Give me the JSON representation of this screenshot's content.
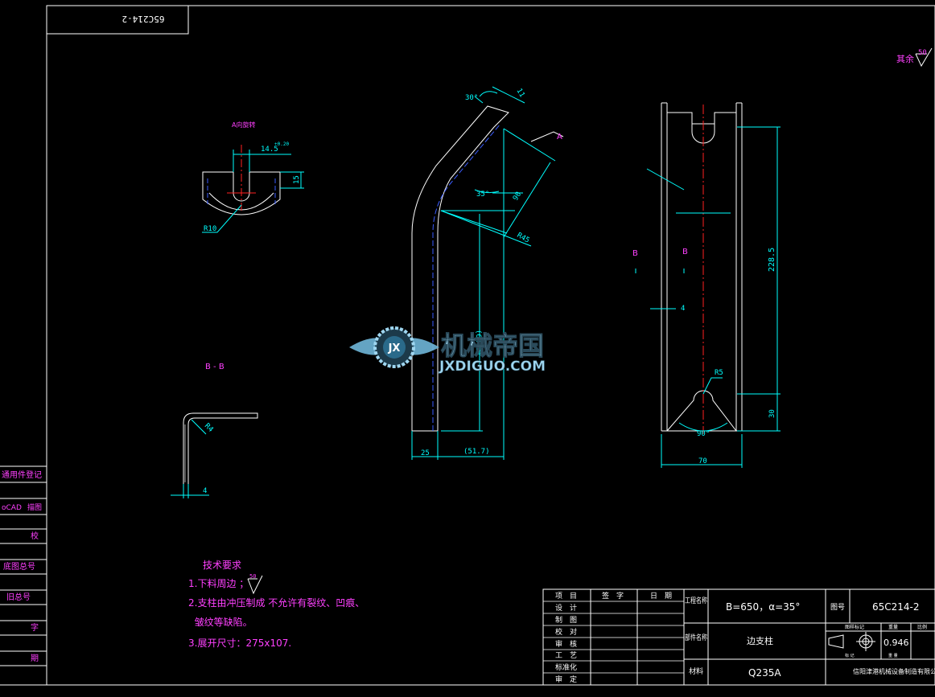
{
  "colors": {
    "background": "#000000",
    "outline": "#ffffff",
    "dimension": "#00ffff",
    "center_line": "#ff2020",
    "hidden_line": "#3a5cff",
    "text_magenta": "#ff40ff",
    "text_white": "#ffffff",
    "watermark": "#9fd6f0"
  },
  "title_block_top": {
    "drawing_no_mirrored": "65C214-2"
  },
  "surface_finish": {
    "label": "其余",
    "value": "50"
  },
  "view_a": {
    "title": "A向旋转",
    "dim_width": "14.5",
    "dim_width_tol": "+0.20",
    "dim_depth": "15",
    "dim_radius": "R10"
  },
  "section_bb": {
    "title": "B - B",
    "dim_radius": "R4",
    "dim_thickness": "4"
  },
  "main_view": {
    "angle_top": "30°",
    "dim_tip": "11",
    "arrow_label": "A",
    "angle_mid": "35°",
    "dim_arm": "90",
    "dim_radius": "R45",
    "dim_height": "(64.8)",
    "dim_base": "25",
    "dim_offset": "(51.7)"
  },
  "side_view": {
    "section_mark_left": "B",
    "section_mark_right": "B",
    "dim_height": "228.5",
    "dim_thickness": "4",
    "dim_radius": "R5",
    "dim_bottom": "30",
    "angle_bottom": "90°",
    "dim_width": "70"
  },
  "watermark": {
    "brand_cn": "机械帝国",
    "brand_url": "JXDIGUO.COM",
    "logo_letters": "JX"
  },
  "tech_requirements": {
    "title": "技术要求",
    "items": [
      "1.下料周边 ；",
      "2.支柱由冲压制成 不允许有裂纹、凹痕、",
      "  皱纹等缺陷。",
      "3.展开尺寸：275x107."
    ],
    "finish_value": "50"
  },
  "left_strip": {
    "labels": [
      "通用件登记",
      "oCAD",
      "描图",
      "校",
      "底图总号",
      "旧总号",
      "字",
      "期"
    ]
  },
  "title_block": {
    "row_labels": [
      "项　目",
      "设　计",
      "制　图",
      "校　对",
      "审　核",
      "工　艺",
      "标准化",
      "审　定"
    ],
    "col_sign": "签　字",
    "col_date": "日　期",
    "project_name_label": "工程名称",
    "project_name_value": "B=650，α=35°",
    "part_name_label": "部件名称",
    "part_name_value": "边支柱",
    "material_label": "材料",
    "material_value": "Q235A",
    "drawing_no_label": "图号",
    "drawing_no_value": "65C214-2",
    "weight_header": "图样标记",
    "weight_col": "重量",
    "scale_col": "比例",
    "weight_value": "0.946",
    "company": "信阳津港机械设备制造有限公司",
    "small_headers": [
      "标 记",
      "重 量"
    ]
  }
}
